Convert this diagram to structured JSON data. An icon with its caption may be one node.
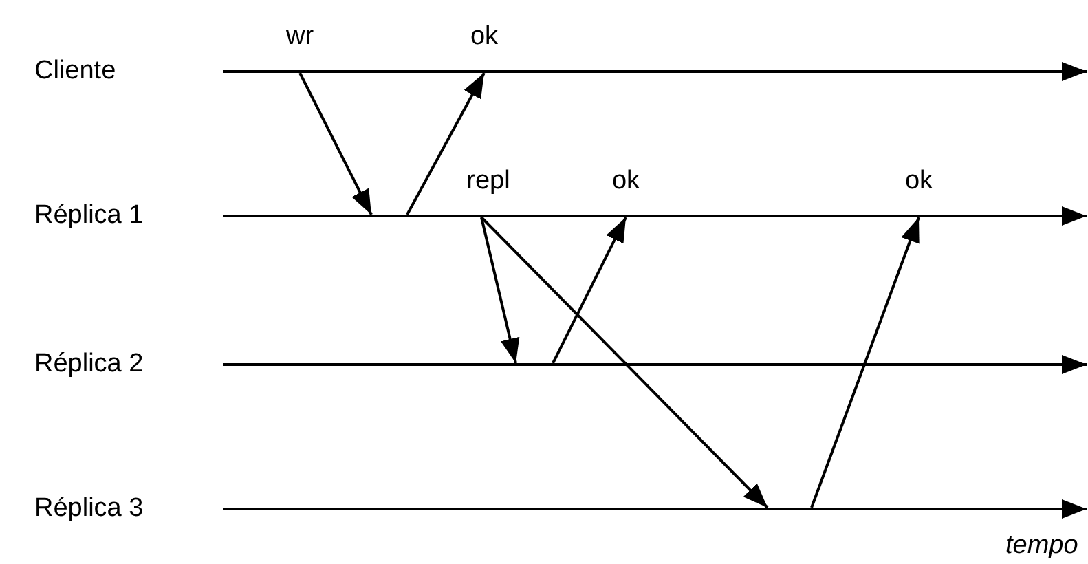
{
  "diagram": {
    "nodes": [
      {
        "text": [],
        "shape": "bar"
      },
      {
        "text": [],
        "shape": "bar"
      },
      {
        "text": [],
        "shape": "bar"
      },
      {
        "text": [],
        "shape": "bar"
      }
    ],
    "edges": [
      {
        "from": 0,
        "to": 1,
        "arrow": "to",
        "label": "wr"
      },
      {
        "from": 1,
        "to": 0,
        "arrow": "to",
        "label": "ok"
      },
      {
        "from": 1,
        "to": 2,
        "arrow": "to",
        "label": "repl"
      },
      {
        "from": 1,
        "to": 3,
        "arrow": "to"
      },
      {
        "from": 2,
        "to": 1,
        "arrow": "to",
        "label": "ok"
      },
      {
        "from": 3,
        "to": 1,
        "arrow": "to",
        "label": "ok"
      },
      {
        "from": 0,
        "to": null,
        "arrow": "to"
      },
      {
        "from": 1,
        "to": null,
        "arrow": "to"
      },
      {
        "from": 2,
        "to": null,
        "arrow": "to"
      },
      {
        "from": 3,
        "to": null,
        "arrow": "to"
      }
    ],
    "labels": [
      "Cliente",
      "Réplica 1",
      "Réplica 2",
      "Réplica 3",
      "tempo"
    ]
  }
}
